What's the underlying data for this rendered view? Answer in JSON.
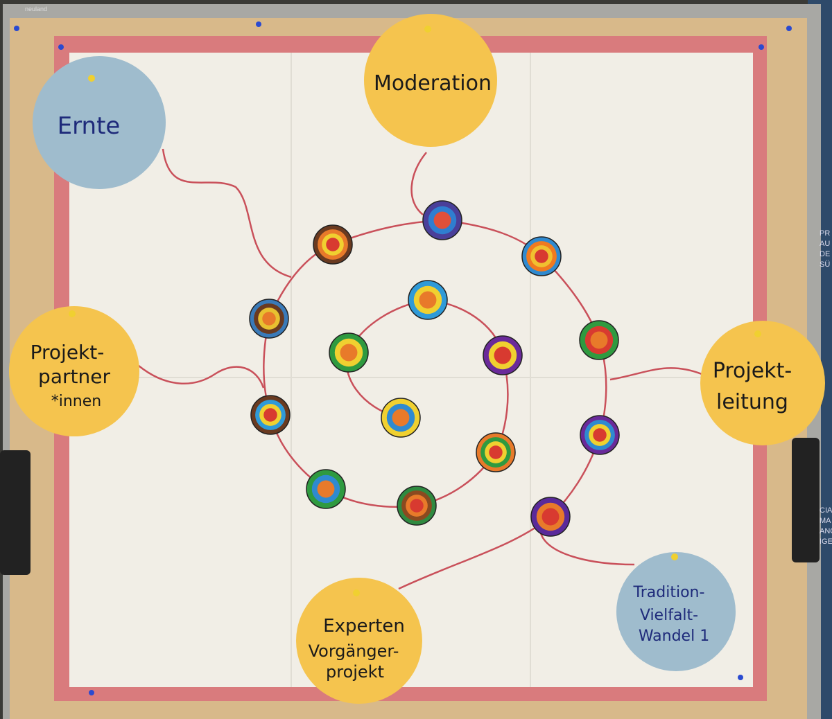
{
  "board": {
    "brand": "neuland",
    "background_text_top": [
      "PR",
      "AU",
      "DE",
      "SÜ"
    ],
    "background_text_bottom": [
      "CIA",
      "MA",
      "ANG",
      "IGE"
    ]
  },
  "labels": {
    "ernte": [
      "Ernte"
    ],
    "moderation": [
      "Moderation"
    ],
    "projektpartner": [
      "Projekt-",
      "partner",
      "*innen"
    ],
    "projektleitung": [
      "Projekt-",
      "leitung"
    ],
    "experten": [
      "Experten",
      "Vorgänger-",
      "projekt"
    ],
    "tradition": [
      "Tradition-",
      "Vielfalt-",
      "Wandel 1"
    ]
  },
  "colors": {
    "paper": "#f1eee6",
    "kraft": "#d8b98a",
    "crayon_border": "#d9707a",
    "spiral_line": "#c9505a",
    "yellow_card": "#f5c44e",
    "blue_card": "#9fbccd",
    "frame": "#9a9a98"
  },
  "targets": [
    [
      "#4a3f9a",
      "#2f7ed0",
      "#e0503a"
    ],
    [
      "#6a3a20",
      "#e87a2a",
      "#f0d030",
      "#d83a30"
    ],
    [
      "#2f8ad0",
      "#f07a20",
      "#f0c030",
      "#d83a30"
    ],
    [
      "#3a7ab8",
      "#6a3a20",
      "#e8c030",
      "#e87a2a"
    ],
    [
      "#2f9ad8",
      "#f0d030",
      "#e87a2a"
    ],
    [
      "#2f9a40",
      "#f0d030",
      "#e87a2a"
    ],
    [
      "#6a2a9a",
      "#f0d030",
      "#d83a30"
    ],
    [
      "#2f9a40",
      "#d83a30",
      "#e87a2a"
    ],
    [
      "#6a3a20",
      "#2f9ad8",
      "#f0d030",
      "#d83a30"
    ],
    [
      "#f0d030",
      "#2f8ad0",
      "#e87a2a"
    ],
    [
      "#6a2a9a",
      "#2f8ad0",
      "#f0d030",
      "#d83a30"
    ],
    [
      "#e87a2a",
      "#2f9a40",
      "#f0d030",
      "#d83a30"
    ],
    [
      "#2f9a40",
      "#2f8ad0",
      "#e87a2a"
    ],
    [
      "#2f8a40",
      "#8a4a20",
      "#e87a2a",
      "#d83a30"
    ],
    [
      "#5a2a9a",
      "#e87a2a",
      "#d83a30"
    ]
  ]
}
